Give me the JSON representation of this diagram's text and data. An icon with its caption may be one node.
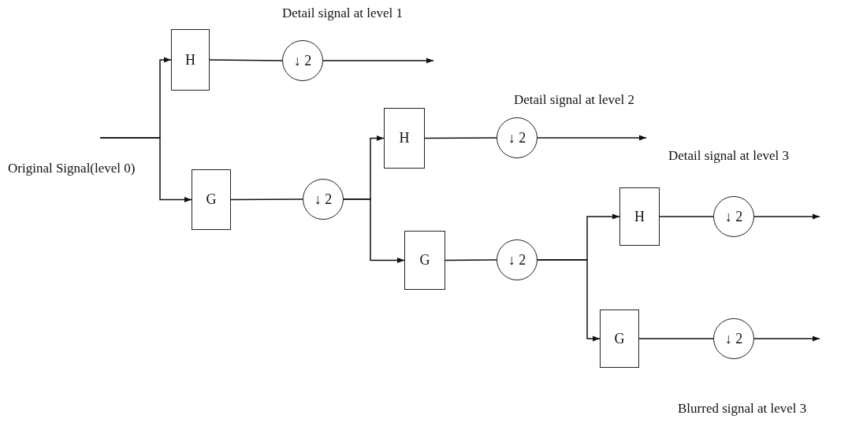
{
  "diagram": {
    "nodes": [
      {
        "text": [
          "H"
        ]
      },
      {
        "text": [
          "↓ 2"
        ]
      },
      {
        "text": [
          "G"
        ]
      },
      {
        "text": [
          "↓ 2"
        ]
      },
      {
        "text": [
          "H"
        ]
      },
      {
        "text": [
          "↓ 2"
        ]
      },
      {
        "text": [
          "G"
        ]
      },
      {
        "text": [
          "↓ 2"
        ]
      },
      {
        "text": [
          "H"
        ]
      },
      {
        "text": [
          "↓ 2"
        ]
      },
      {
        "text": [
          "G"
        ]
      },
      {
        "text": [
          "↓ 2"
        ]
      }
    ],
    "edges": [
      {
        "from": null,
        "to": 0,
        "arrow": "to"
      },
      {
        "from": null,
        "to": 2,
        "arrow": "to"
      },
      {
        "from": 0,
        "to": 1,
        "arrow": "none"
      },
      {
        "from": 1,
        "to": null,
        "arrow": "to"
      },
      {
        "from": 2,
        "to": 3,
        "arrow": "none"
      },
      {
        "from": 3,
        "to": 4,
        "arrow": "to"
      },
      {
        "from": 3,
        "to": 6,
        "arrow": "to"
      },
      {
        "from": 4,
        "to": 5,
        "arrow": "none"
      },
      {
        "from": 5,
        "to": null,
        "arrow": "to"
      },
      {
        "from": 6,
        "to": 7,
        "arrow": "none"
      },
      {
        "from": 7,
        "to": 8,
        "arrow": "to"
      },
      {
        "from": 7,
        "to": 10,
        "arrow": "to"
      },
      {
        "from": 8,
        "to": 9,
        "arrow": "none"
      },
      {
        "from": 9,
        "to": null,
        "arrow": "to"
      },
      {
        "from": 10,
        "to": 11,
        "arrow": "none"
      },
      {
        "from": 11,
        "to": null,
        "arrow": "to"
      }
    ],
    "labels": [
      "Detail signal at level 1",
      "Detail signal at level 2",
      "Detail signal at level 3",
      "Original Signal(level 0)",
      "Blurred signal at level 3"
    ]
  }
}
